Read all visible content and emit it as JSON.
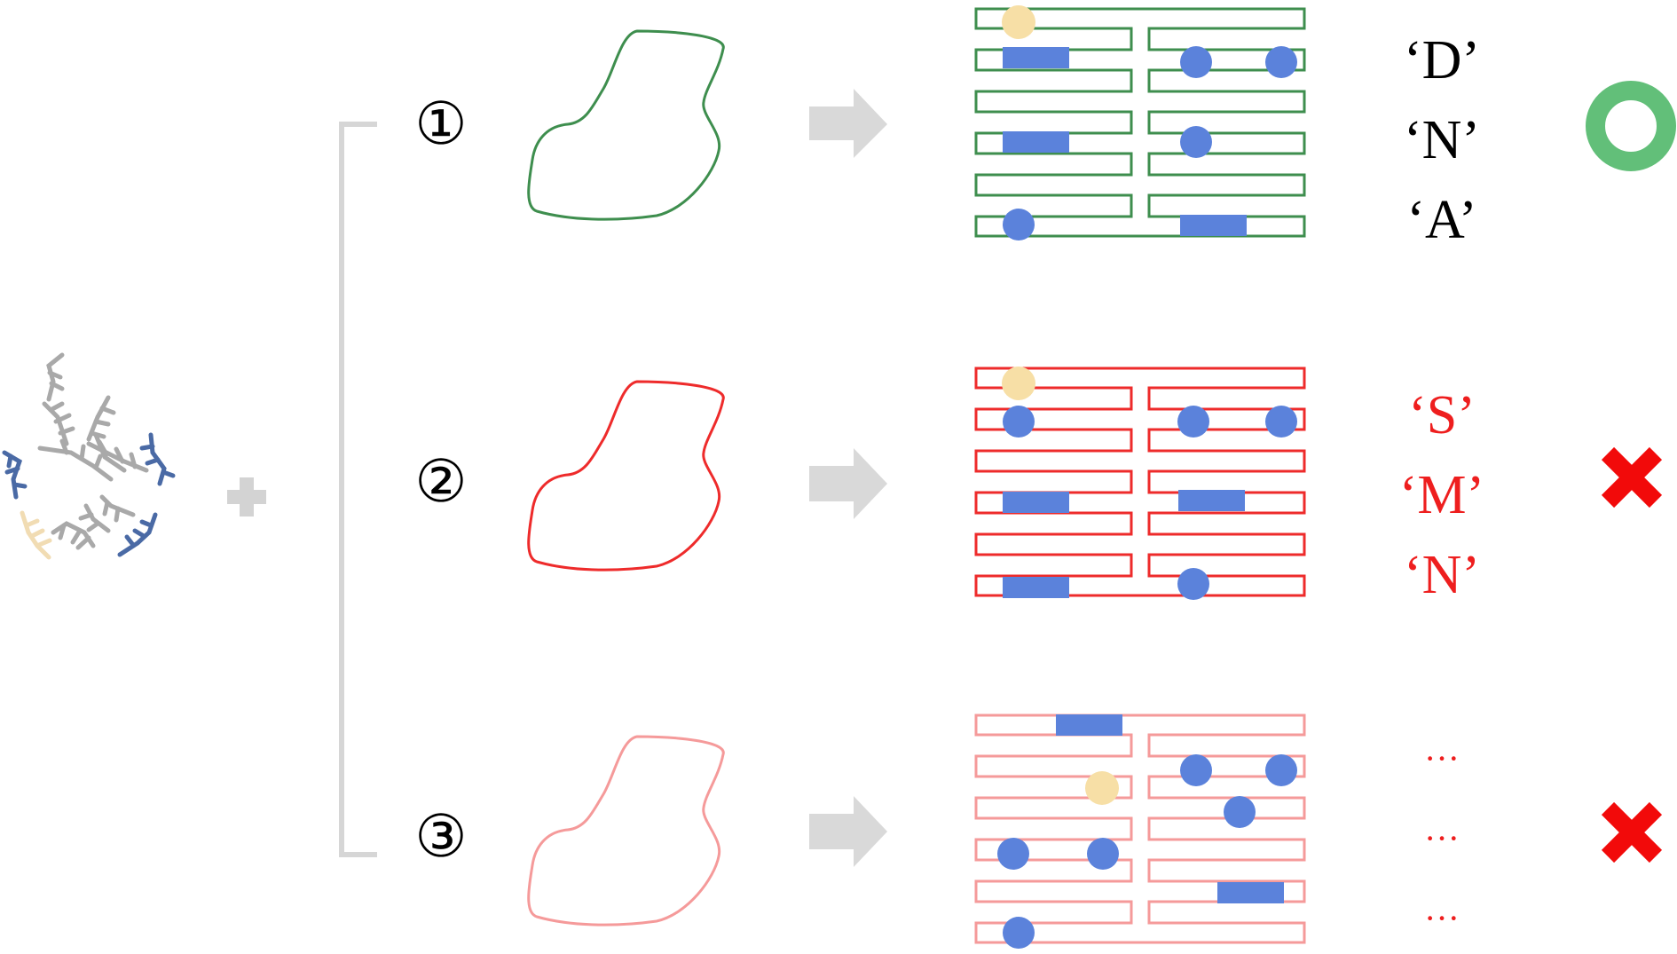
{
  "figure": {
    "colors": {
      "green": "#3e8e4e",
      "red": "#ee2b2b",
      "pink": "#f59a9a",
      "blue": "#5b82db",
      "yellow": "#f7dfa6",
      "gray": "#d6d6d6",
      "strand_gray": "#a9a9a9",
      "strand_blue": "#4a6aa5",
      "strand_yellow": "#f1dcb3",
      "ok": "#62bf79",
      "bad": "#f20a0a"
    },
    "rows": [
      {
        "number": "①",
        "shape_color": "green",
        "letters": [
          "‘D’",
          "‘N’",
          "‘A’"
        ],
        "letters_color": "#000000",
        "result": "ok"
      },
      {
        "number": "②",
        "shape_color": "red",
        "letters": [
          "‘S’",
          "‘M’",
          "‘N’"
        ],
        "letters_color": "#ee1e1e",
        "result": "bad"
      },
      {
        "number": "③",
        "shape_color": "pink",
        "letters": [
          "···",
          "···",
          "···"
        ],
        "letters_color": "#ee1e1e",
        "result": "bad"
      }
    ]
  }
}
